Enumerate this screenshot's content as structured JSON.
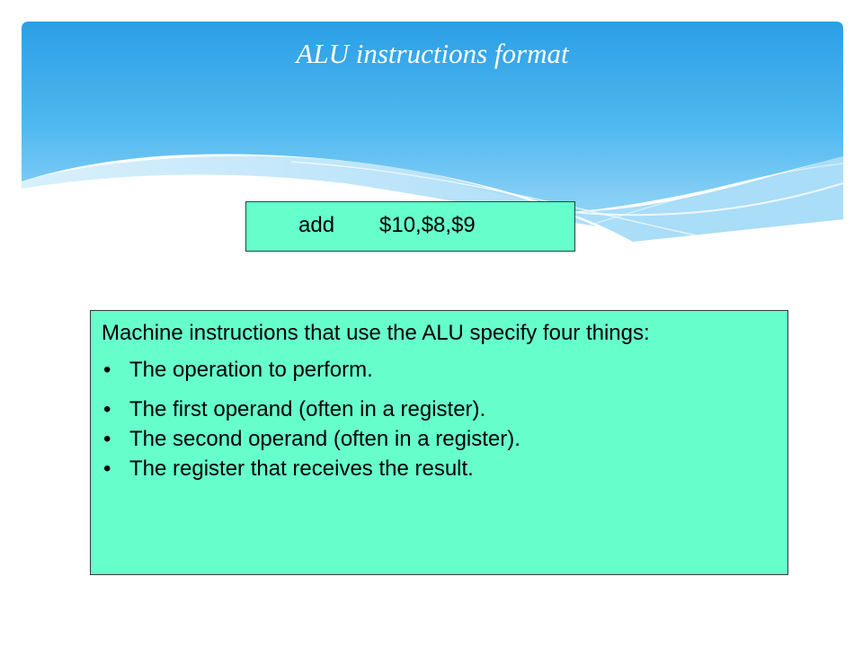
{
  "slide": {
    "title": "ALU instructions format",
    "instruction": {
      "opcode": "add",
      "operands": "$10,$8,$9"
    },
    "description": {
      "intro": "Machine instructions that use the ALU specify four things:",
      "bullets": [
        "The operation to perform.",
        "The first operand (often in a register).",
        "The second operand (often in a register).",
        "The register that receives the result."
      ]
    }
  },
  "colors": {
    "header_blue": "#29a3e8",
    "header_light": "#bfe6fb",
    "box_fill": "#66ffcc",
    "title_text": "#ffffff"
  }
}
